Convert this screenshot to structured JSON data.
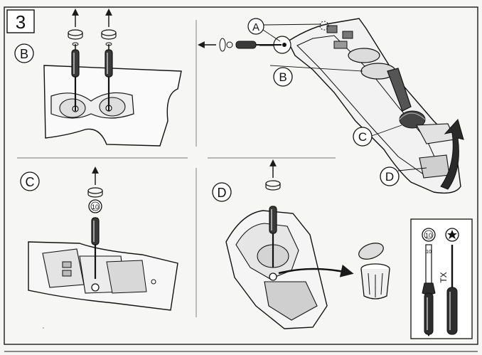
{
  "step": {
    "number": "3"
  },
  "callouts": {
    "panel_b": "B",
    "panel_c": "C",
    "panel_d": "D",
    "main_a": "A",
    "main_b": "B",
    "main_c": "C",
    "main_d": "D"
  },
  "sockets": {
    "panel_c_size": "10",
    "legend_size": "10"
  },
  "legend": {
    "shaft_mark": "10",
    "torx_label": "TX"
  },
  "colors": {
    "ink": "#1a1a1a",
    "paper": "#f6f6f4",
    "shade": "#8a8a8a"
  }
}
